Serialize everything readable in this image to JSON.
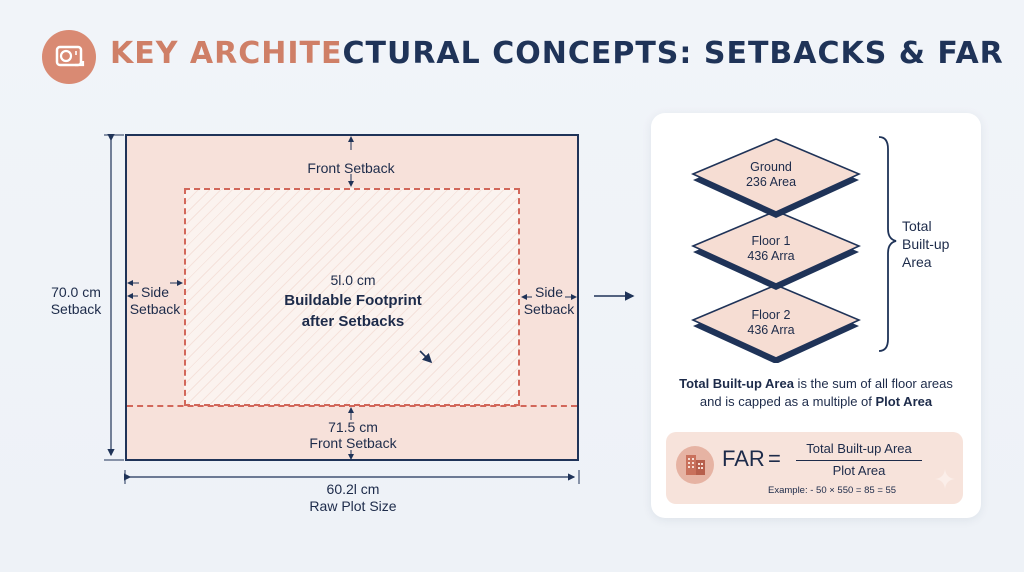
{
  "header": {
    "title_highlight": "KEY ARCHITE",
    "title_rest": "CTURAL CONCEPTS: SETBACKS & FAR",
    "icon": "measuring-tape-icon"
  },
  "plot": {
    "front_setback_top": "Front Setback",
    "left_dimension_value": "70.0 cm",
    "left_dimension_label": "Setback",
    "side_setback_left": [
      "Side",
      "Setback"
    ],
    "side_setback_right": [
      "Side",
      "Setback"
    ],
    "footprint_value": "5l.0 cm",
    "footprint_label_1": "Buildable Footprint",
    "footprint_label_2": "after Setbacks",
    "rear_value": "71.5 cm",
    "rear_label": "Front Setback",
    "bottom_value": "60.2l cm",
    "bottom_label": "Raw Plot Size"
  },
  "floors": [
    {
      "name": "Ground",
      "area": "236 Area"
    },
    {
      "name": "Floor 1",
      "area": "436 Arra"
    },
    {
      "name": "Floor 2",
      "area": "436 Arra"
    }
  ],
  "total_label": [
    "Total",
    "Built-up",
    "Area"
  ],
  "description": {
    "bold_1": "Total Built-up Area",
    "text_1": " is the sum of all floor areas",
    "text_2": "and is capped as a multiple of ",
    "bold_2": "Plot Area"
  },
  "far": {
    "label": "FAR",
    "equals": "=",
    "numerator": "Total Built-up Area",
    "denominator": "Plot Area",
    "example": "Example:  - 50 × 550 = 85 = 55",
    "icon": "building-icon"
  },
  "colors": {
    "accent": "#d98a73",
    "navy": "#1f3358",
    "setback_fill": "#f7e1da",
    "dashed": "#d2675a"
  }
}
